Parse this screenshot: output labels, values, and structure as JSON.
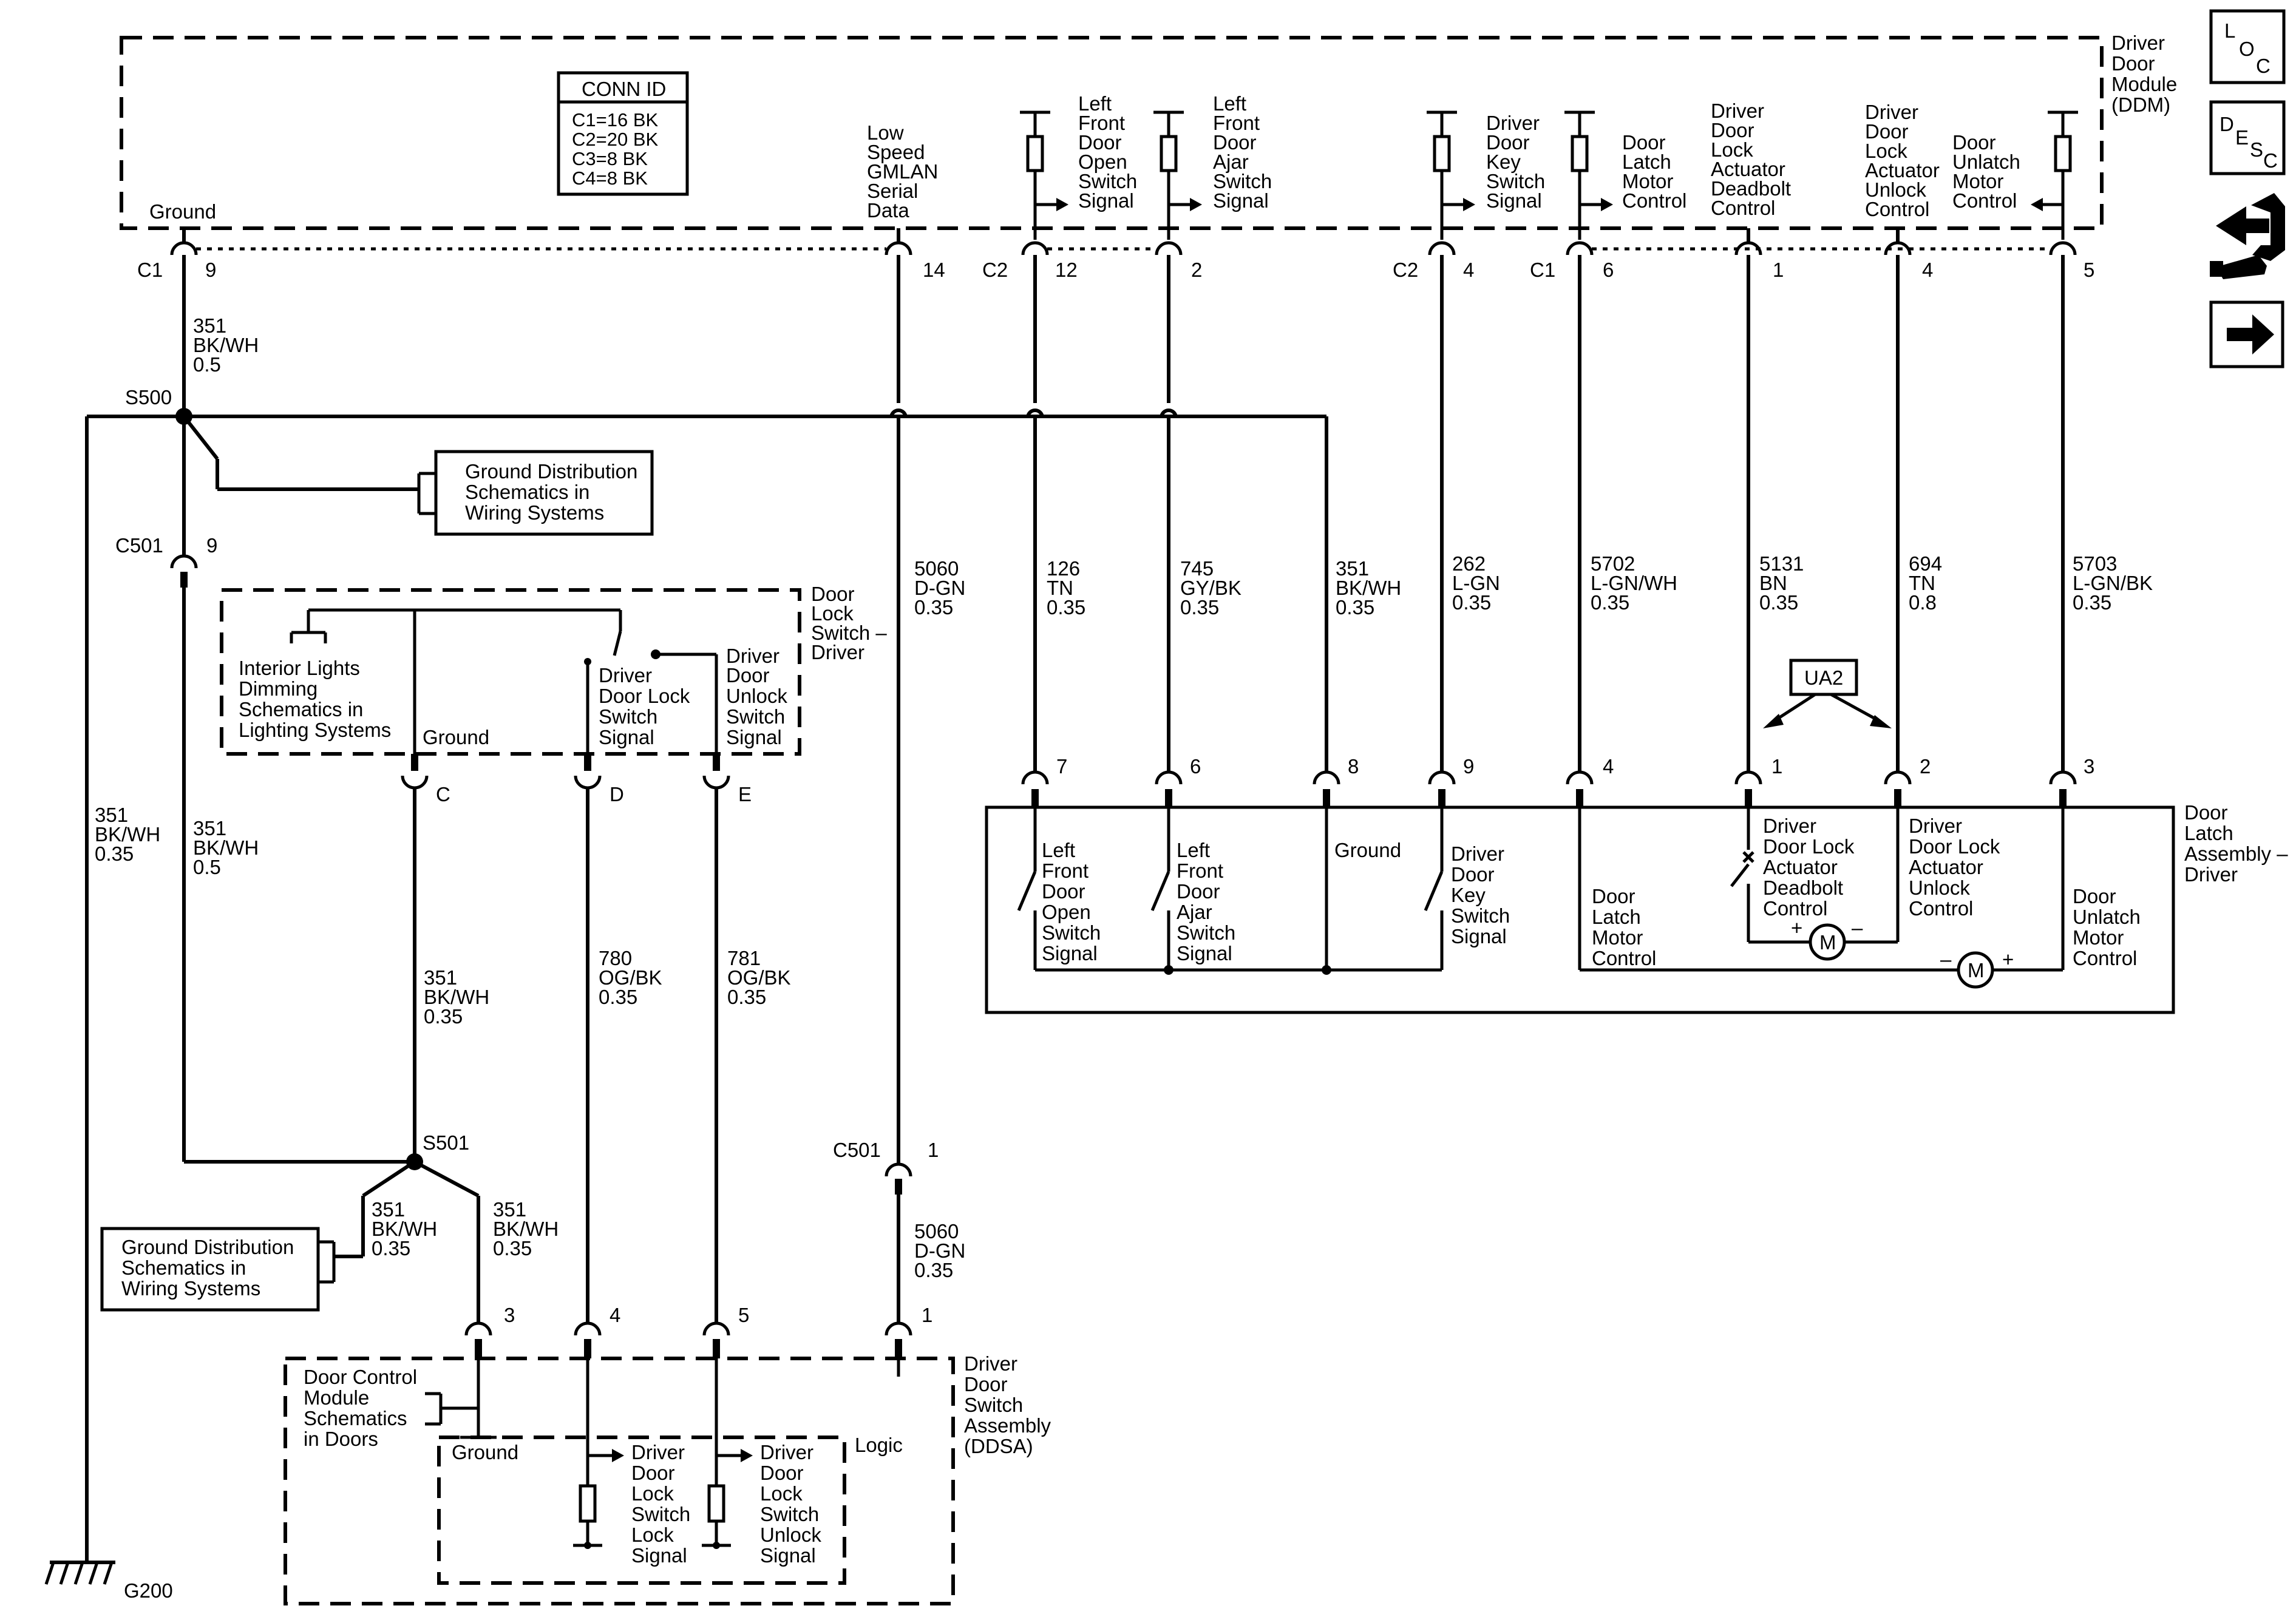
{
  "ddm": {
    "title": [
      "Driver",
      "Door",
      "Module",
      "(DDM)"
    ],
    "conn_id": {
      "header": "CONN ID",
      "rows": [
        "C1=16 BK",
        "C2=20 BK",
        "C3=8 BK",
        "C4=8 BK"
      ]
    },
    "pin_labels": {
      "ground": "Ground",
      "gmlan": [
        "Low",
        "Speed",
        "GMLAN",
        "Serial",
        "Data"
      ],
      "lf_open": [
        "Left",
        "Front",
        "Door",
        "Open",
        "Switch",
        "Signal"
      ],
      "lf_ajar": [
        "Left",
        "Front",
        "Door",
        "Ajar",
        "Switch",
        "Signal"
      ],
      "key_sw": [
        "Driver",
        "Door",
        "Key",
        "Switch",
        "Signal"
      ],
      "latch_motor": [
        "Door",
        "Latch",
        "Motor",
        "Control"
      ],
      "deadbolt": [
        "Driver",
        "Door",
        "Lock",
        "Actuator",
        "Deadbolt",
        "Control"
      ],
      "unlock": [
        "Driver",
        "Door",
        "Lock",
        "Actuator",
        "Unlock",
        "Control"
      ],
      "unlatch": [
        "Door",
        "Unlatch",
        "Motor",
        "Control"
      ]
    }
  },
  "connectors": {
    "c1": "C1",
    "c2": "C2",
    "c2b": "C2",
    "c1b": "C1",
    "c501": "C501",
    "c501b": "C501",
    "p9": "9",
    "p14": "14",
    "p12": "12",
    "p2": "2",
    "p4": "4",
    "p6": "6",
    "p1": "1",
    "p4b": "4",
    "p5": "5",
    "c501_9": "9",
    "c501_1": "1",
    "pinC": "C",
    "pinD": "D",
    "pinE": "E",
    "lp7": "7",
    "lp6": "6",
    "lp8": "8",
    "lp9": "9",
    "lp4": "4",
    "lp1": "1",
    "lp2": "2",
    "lp3": "3",
    "dp3": "3",
    "dp4": "4",
    "dp5": "5",
    "dp1": "1"
  },
  "splices": {
    "s500": "S500",
    "s501": "S501",
    "g200": "G200"
  },
  "wires": {
    "w351_top": [
      "351",
      "BK/WH",
      "0.5"
    ],
    "w5060_top": [
      "5060",
      "D-GN",
      "0.35"
    ],
    "w126": [
      "126",
      "TN",
      "0.35"
    ],
    "w745": [
      "745",
      "GY/BK",
      "0.35"
    ],
    "w351_latch": [
      "351",
      "BK/WH",
      "0.35"
    ],
    "w262": [
      "262",
      "L-GN",
      "0.35"
    ],
    "w5702": [
      "5702",
      "L-GN/WH",
      "0.35"
    ],
    "w5131": [
      "5131",
      "BN",
      "0.35"
    ],
    "w694": [
      "694",
      "TN",
      "0.8"
    ],
    "w5703": [
      "5703",
      "L-GN/BK",
      "0.35"
    ],
    "w351_g200": [
      "351",
      "BK/WH",
      "0.35"
    ],
    "w351_c501": [
      "351",
      "BK/WH",
      "0.5"
    ],
    "w351_c": [
      "351",
      "BK/WH",
      "0.35"
    ],
    "w780": [
      "780",
      "OG/BK",
      "0.35"
    ],
    "w781": [
      "781",
      "OG/BK",
      "0.35"
    ],
    "w351_gd2": [
      "351",
      "BK/WH",
      "0.35"
    ],
    "w351_3": [
      "351",
      "BK/WH",
      "0.35"
    ],
    "w5060_bot": [
      "5060",
      "D-GN",
      "0.35"
    ]
  },
  "refs": {
    "ground_dist_1": [
      "Ground Distribution",
      "Schematics in",
      "Wiring Systems"
    ],
    "ground_dist_2": [
      "Ground Distribution",
      "Schematics in",
      "Wiring Systems"
    ],
    "interior_lights": [
      "Interior Lights",
      "Dimming",
      "Schematics in",
      "Lighting Systems"
    ],
    "door_control": [
      "Door Control",
      "Module",
      "Schematics",
      "in Doors"
    ],
    "ua2": "UA2"
  },
  "lock_switch": {
    "title": [
      "Door",
      "Lock",
      "Switch –",
      "Driver"
    ],
    "ground": "Ground",
    "lock": [
      "Driver",
      "Door Lock",
      "Switch",
      "Signal"
    ],
    "unlock": [
      "Driver",
      "Door",
      "Unlock",
      "Switch",
      "Signal"
    ]
  },
  "latch": {
    "title": [
      "Door",
      "Latch",
      "Assembly –",
      "Driver"
    ],
    "lf_open": [
      "Left",
      "Front",
      "Door",
      "Open",
      "Switch",
      "Signal"
    ],
    "lf_ajar": [
      "Left",
      "Front",
      "Door",
      "Ajar",
      "Switch",
      "Signal"
    ],
    "ground": "Ground",
    "key": [
      "Driver",
      "Door",
      "Key",
      "Switch",
      "Signal"
    ],
    "latch_motor": [
      "Door",
      "Latch",
      "Motor",
      "Control"
    ],
    "deadbolt": [
      "Driver",
      "Door Lock",
      "Actuator",
      "Deadbolt",
      "Control"
    ],
    "unlock": [
      "Driver",
      "Door Lock",
      "Actuator",
      "Unlock",
      "Control"
    ],
    "unlatch": [
      "Door",
      "Unlatch",
      "Motor",
      "Control"
    ],
    "motor": "M",
    "plus": "+",
    "minus": "–"
  },
  "ddsa": {
    "title": [
      "Driver",
      "Door",
      "Switch",
      "Assembly",
      "(DDSA)"
    ],
    "logic": "Logic",
    "ground": "Ground",
    "lock_sig": [
      "Driver",
      "Door",
      "Lock",
      "Switch",
      "Lock",
      "Signal"
    ],
    "unlock_sig": [
      "Driver",
      "Door",
      "Lock",
      "Switch",
      "Unlock",
      "Signal"
    ]
  },
  "side_icons": {
    "loc": [
      "L",
      "O",
      "C"
    ],
    "desc": [
      "D",
      "E",
      "S",
      "C"
    ],
    "icons": [
      "connector-tool-icon",
      "next-arrow-icon"
    ]
  }
}
